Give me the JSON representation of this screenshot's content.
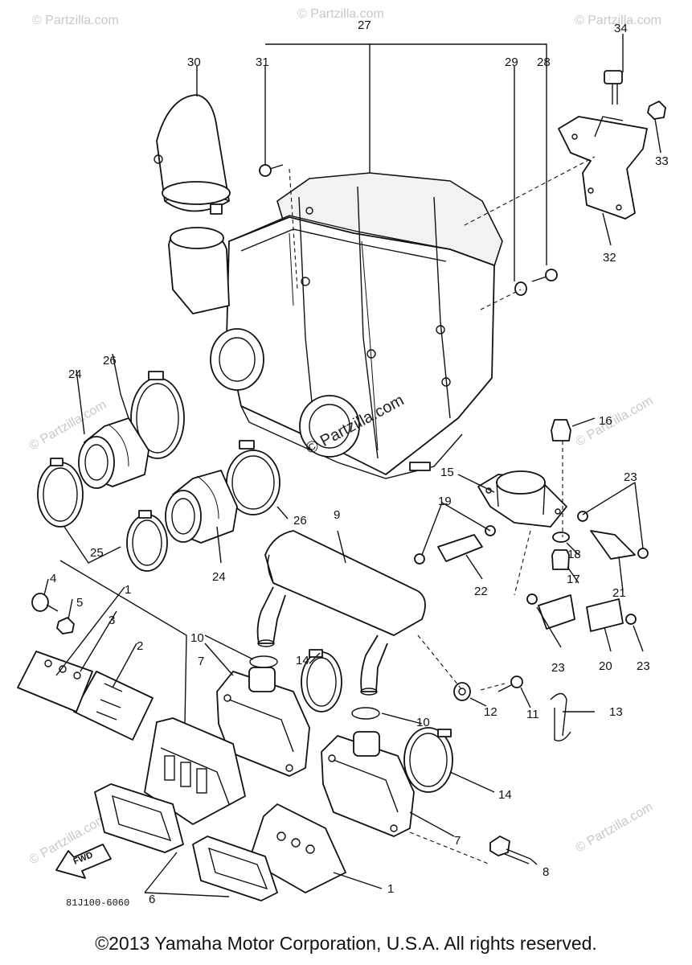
{
  "part_labels": {
    "p1_top": "1",
    "p1_bottom": "1",
    "p2": "2",
    "p3": "3",
    "p4": "4",
    "p5": "5",
    "p6": "6",
    "p7_left": "7",
    "p7_right": "7",
    "p8": "8",
    "p9": "9",
    "p10_left": "10",
    "p10_right": "10",
    "p11": "11",
    "p12": "12",
    "p13": "13",
    "p14_left": "14",
    "p14_right": "14",
    "p15": "15",
    "p16": "16",
    "p17": "17",
    "p18": "18",
    "p19": "19",
    "p20": "20",
    "p21": "21",
    "p22": "22",
    "p23_top": "23",
    "p23_mid": "23",
    "p23_right": "23",
    "p24_left": "24",
    "p24_mid": "24",
    "p25": "25",
    "p26_left": "26",
    "p26_right": "26",
    "p27": "27",
    "p28": "28",
    "p29": "29",
    "p30": "30",
    "p31": "31",
    "p32": "32",
    "p33": "33",
    "p34": "34"
  },
  "diagram_code": "81J100-6060",
  "fwd_arrow_label": "FWD",
  "watermarks": {
    "center": "© Partzilla.com",
    "brand": "© Partzilla.com"
  },
  "copyright": "©2013 Yamaha Motor Corporation, U.S.A. All rights reserved."
}
